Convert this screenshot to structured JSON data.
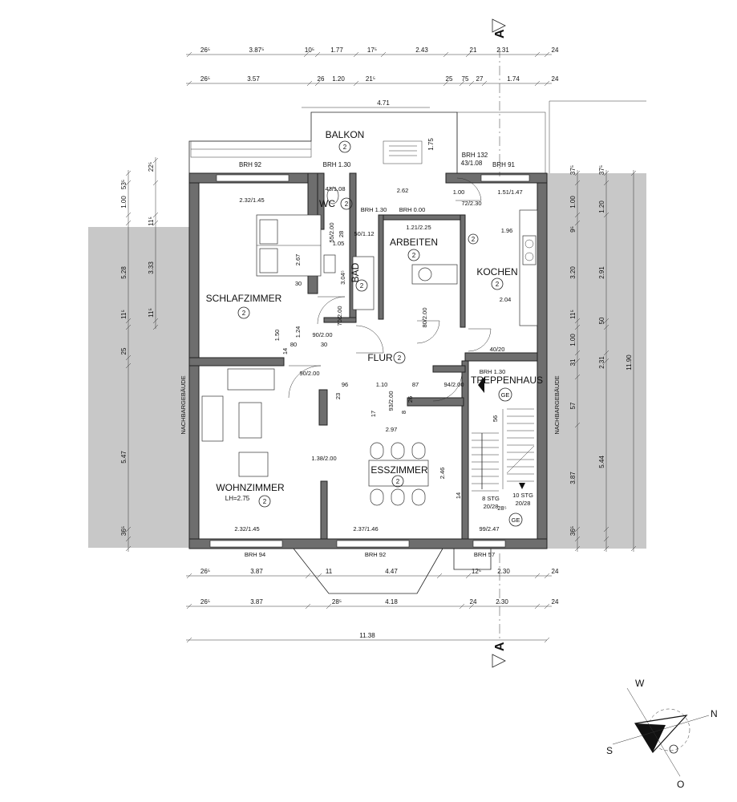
{
  "rooms": {
    "balkon": "BALKON",
    "wc": "WC",
    "arbeiten": "ARBEITEN",
    "bad": "BAD",
    "schlafzimmer": "SCHLAFZIMMER",
    "kochen": "KOCHEN",
    "flur": "FLUR",
    "treppenhaus": "TREPPENHAUS",
    "wohnzimmer": "WOHNZIMMER",
    "wohnzimmer_lh": "LH=2.75",
    "esszimmer": "ESSZIMMER"
  },
  "room_numbers": {
    "two": "2",
    "ge": "GE"
  },
  "neighbor": "NACHBARGEBÄUDE",
  "section_marker": "A",
  "top_dims_1": [
    "26⁵",
    "3.87⁵",
    "10⁵",
    "1.77",
    "17⁵",
    "2.43",
    "21",
    "2.31",
    "24"
  ],
  "top_dims_2": [
    "26⁵",
    "3.57",
    "26",
    "1.20",
    "21⁵",
    "25",
    "75",
    "27",
    "1.74",
    "24"
  ],
  "balkon_dims": [
    "4.71",
    "1.75",
    "BRH 1.30",
    "BRH 92",
    "BRH 132",
    "43/1.08",
    "BRH 91"
  ],
  "bottom_dims_1": [
    "26⁵",
    "3.87",
    "11",
    "4.47",
    "12⁵",
    "2.30",
    "24"
  ],
  "bottom_dims_2": [
    "26⁵",
    "3.87",
    "28⁵",
    "4.18",
    "24",
    "2.30",
    "24"
  ],
  "total_width": "11.38",
  "left_dims_1": [
    "53⁵",
    "1.00",
    "5.28",
    "11⁵",
    "25",
    "5.47",
    "36⁵"
  ],
  "left_dims_2": [
    "22⁵",
    "11⁵",
    "3.33",
    "11⁵"
  ],
  "right_dims_1": [
    "37⁵",
    "1.00",
    "9⁵",
    "3.20",
    "11⁵",
    "1.00",
    "31",
    "57",
    "3.87",
    "36⁵"
  ],
  "right_dims_2": [
    "37⁵",
    "1.20",
    "2.91",
    "50",
    "2.31",
    "5.44"
  ],
  "total_height": "11.90",
  "inner_labels": {
    "wc_door": "43/1.08",
    "schlaf_window": "2.32/1.45",
    "brh130a": "BRH 1.30",
    "brh000": "BRH 0.00",
    "d262": "2.62",
    "d72_230": "72/2.30",
    "d100": "1.00",
    "d151_147": "1.51/1.47",
    "d121_225": "1.21/2.25",
    "d55_200": "55/2.00",
    "d28": "28",
    "d50_112": "50/1.12",
    "d105": "1.05",
    "d196": "1.96",
    "d267": "2.67",
    "d304": "3.04⁵",
    "d30a": "30",
    "d70_200": "70/2.00",
    "d80_200": "80/2.00",
    "d204": "2.04",
    "d150": "1.50",
    "d124": "1.24",
    "d90_200a": "90/2.00",
    "d30b": "30",
    "d80": "80",
    "d14a": "14",
    "d40_20": "40/20",
    "d90_200b": "90/2.00",
    "d96": "96",
    "d110": "1.10",
    "d87": "87",
    "d94_200": "94/2.00",
    "brh130b": "BRH 1.30",
    "d23": "23",
    "d93_200": "93/2.00",
    "d26": "26",
    "d17": "17",
    "d8": "8",
    "d297": "2.97",
    "d56": "56",
    "d138_200": "1.38/2.00",
    "d246": "2.46",
    "d14b": "14",
    "stg8": "8 STG",
    "stg8b": "20/28",
    "stg10": "10 STG",
    "stg10b": "20/28",
    "d28b": "28⁵",
    "d232_145": "2.32/1.45",
    "d237_146": "2.37/1.46",
    "d99_247": "99/2.47",
    "brh94": "BRH 94",
    "brh92": "BRH 92",
    "brh57": "BRH 57"
  },
  "compass": {
    "n": "N",
    "s": "S",
    "w": "W",
    "o": "O"
  }
}
